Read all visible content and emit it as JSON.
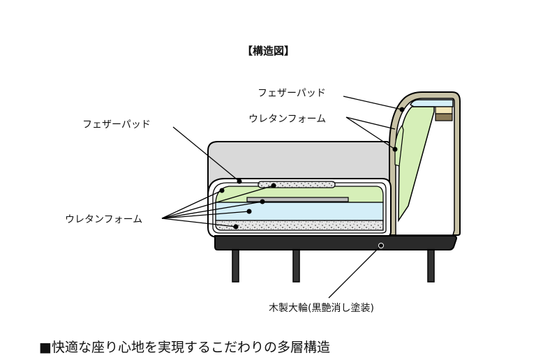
{
  "title": "【構造図】",
  "labels": {
    "back_feather": "フェザーパッド",
    "back_urethane": "ウレタンフォーム",
    "seat_feather": "フェザーパッド",
    "seat_urethane": "ウレタンフォーム",
    "frame": "木製大輪(黒艶消し塗装)"
  },
  "caption": "■快適な座り心地を実現するこだわりの多層構造",
  "colors": {
    "cushion_green": "#d6efb8",
    "foam_blue": "#d4eef8",
    "arm_gray": "#d9d9d9",
    "frame_black": "#2a2a2a",
    "back_tan": "#c8c2a6"
  }
}
